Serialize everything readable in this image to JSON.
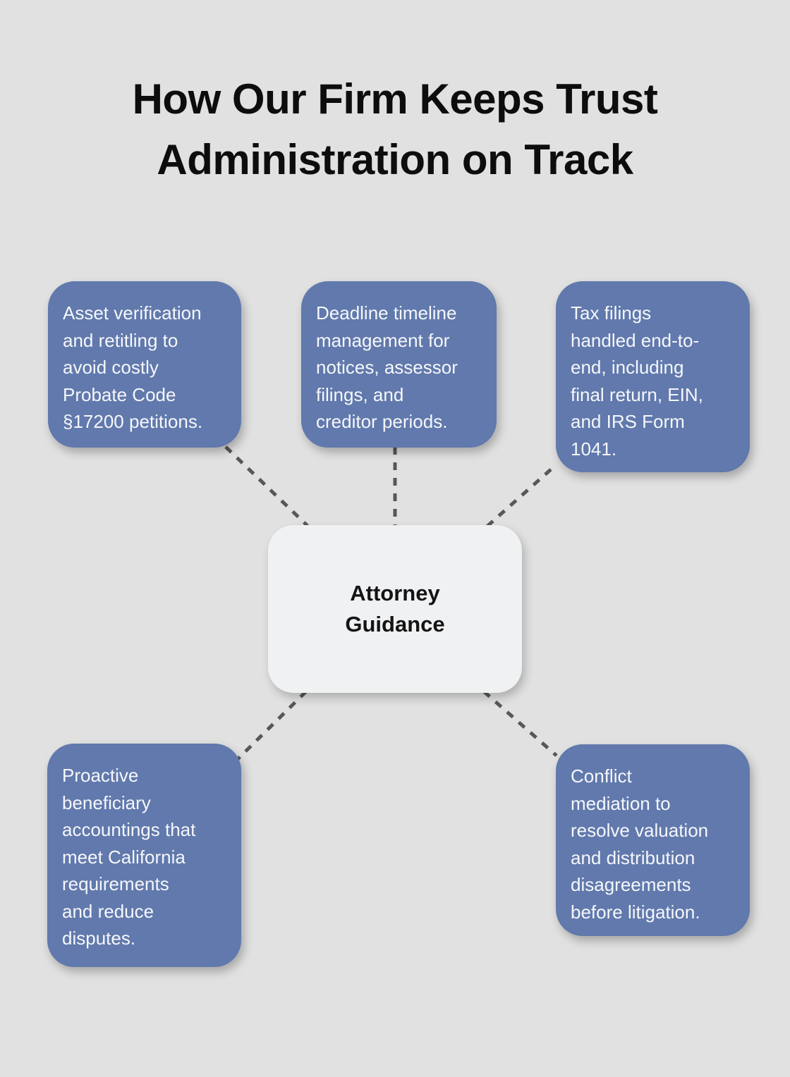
{
  "title": {
    "text": "How Our Firm Keeps Trust\nAdministration on Track"
  },
  "center": {
    "label": "Attorney\nGuidance"
  },
  "cards": [
    {
      "id": "asset-verification",
      "text": "Asset verification\nand retitling to\navoid costly\nProbate Code\n§17200 petitions."
    },
    {
      "id": "deadline-management",
      "text": "Deadline timeline\nmanagement for\nnotices, assessor\nfilings, and\ncreditor periods."
    },
    {
      "id": "tax-filings",
      "text": "Tax filings\nhandled end-to-\nend, including\nfinal return, EIN,\nand IRS Form\n1041."
    },
    {
      "id": "beneficiary-accountings",
      "text": "Proactive\nbeneficiary\naccountings that\nmeet California\nrequirements\nand reduce\ndisputes."
    },
    {
      "id": "conflict-mediation",
      "text": "Conflict\nmediation to\nresolve valuation\nand distribution\ndisagreements\nbefore litigation."
    }
  ],
  "colors": {
    "background": "#e0e1e0",
    "node_fill": "#6179ac",
    "node_text": "#f5f7fb",
    "center_fill": "#f0f1f3",
    "center_text": "#141414",
    "title_text": "#0d0d0d",
    "connector": "#575757"
  }
}
